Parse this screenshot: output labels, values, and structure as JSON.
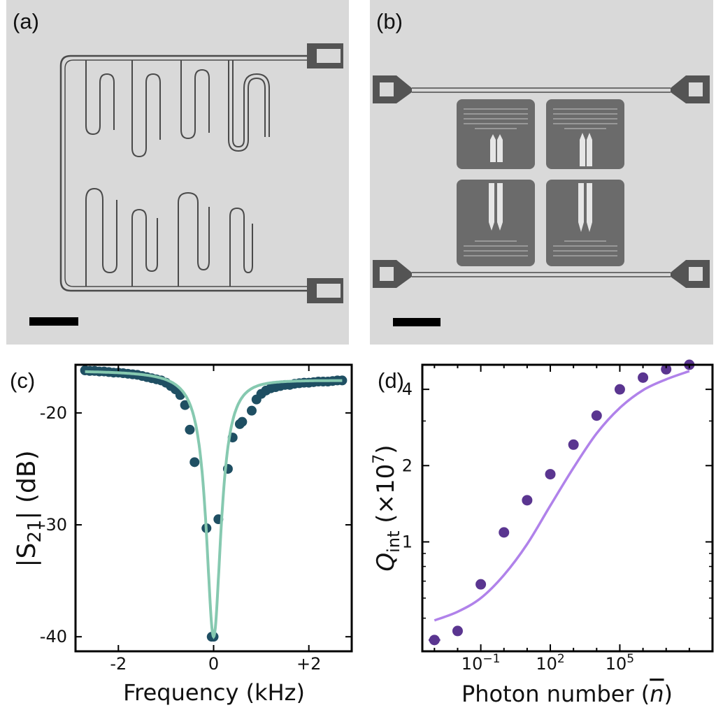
{
  "panels": {
    "a": {
      "label": "(a)"
    },
    "b": {
      "label": "(b)"
    },
    "c": {
      "label": "(c)"
    },
    "d": {
      "label": "(d)"
    }
  },
  "colors": {
    "photo_bg": "#d9d9d9",
    "trace": "#4a4a4a",
    "pad": "#545454",
    "chip": "#6b6b6b",
    "c_marker": "#1f4f63",
    "c_fit": "#86c9b0",
    "d_marker": "#5a3590",
    "d_fit": "#b082ea"
  },
  "chart_data": [
    {
      "panel": "c",
      "type": "scatter",
      "xlabel": "Frequency (kHz)",
      "ylabel_main": "|S",
      "ylabel_sub": "21",
      "ylabel_tail": "| (dB)",
      "xlim": [
        -2.9,
        2.9
      ],
      "ylim": [
        -41.3,
        -15.7
      ],
      "xticks": [
        -2,
        0,
        2
      ],
      "xtick_labels": [
        "-2",
        "0",
        "+2"
      ],
      "yticks": [
        -20,
        -30,
        -40
      ],
      "ytick_labels": [
        "-20",
        "-30",
        "-40"
      ],
      "fit": {
        "baseline": -16.2,
        "depth": 23.8,
        "half_width": 0.19,
        "slope": 0.37,
        "offset": -0.24
      },
      "points": {
        "x": [
          -2.7,
          -2.6,
          -2.5,
          -2.4,
          -2.3,
          -2.2,
          -2.1,
          -2.0,
          -1.9,
          -1.8,
          -1.7,
          -1.6,
          -1.5,
          -1.4,
          -1.3,
          -1.2,
          -1.1,
          -1.0,
          -0.9,
          -0.8,
          -0.7,
          -0.6,
          -0.5,
          -0.4,
          -0.15,
          -0.04,
          0.0,
          0.1,
          0.3,
          0.4,
          0.55,
          0.6,
          0.8,
          0.9,
          1.0,
          1.1,
          1.2,
          1.3,
          1.4,
          1.5,
          1.6,
          1.7,
          1.8,
          1.9,
          2.0,
          2.1,
          2.2,
          2.3,
          2.4,
          2.5,
          2.6,
          2.7
        ],
        "y": [
          -16.2,
          -16.25,
          -16.25,
          -16.3,
          -16.3,
          -16.35,
          -16.4,
          -16.4,
          -16.45,
          -16.5,
          -16.55,
          -16.6,
          -16.7,
          -16.8,
          -16.9,
          -17.0,
          -17.1,
          -17.3,
          -17.6,
          -17.9,
          -18.4,
          -19.3,
          -21.5,
          -24.4,
          -30.3,
          -40.0,
          -40.0,
          -29.5,
          -25.0,
          -22.2,
          -21.0,
          -20.8,
          -19.8,
          -18.8,
          -18.3,
          -18.0,
          -17.8,
          -17.7,
          -17.6,
          -17.5,
          -17.5,
          -17.4,
          -17.35,
          -17.3,
          -17.3,
          -17.25,
          -17.2,
          -17.2,
          -17.2,
          -17.15,
          -17.1,
          -17.1
        ]
      }
    },
    {
      "panel": "d",
      "type": "scatter",
      "x_scale": "log",
      "y_scale": "log",
      "xlabel": "Photon number (",
      "xlabel_symbol": "n",
      "xlabel_tail": ")",
      "ylabel_main": "Q",
      "ylabel_sub": "int",
      "ylabel_tail": " (×10",
      "ylabel_exp": "7",
      "ylabel_close": ")",
      "xlim": [
        0.0003,
        1000000000
      ],
      "ylim": [
        0.37,
        5.0
      ],
      "xticks": [
        0.1,
        100,
        100000
      ],
      "xtick_base": "10",
      "xtick_exps": [
        "−1",
        "2",
        "5"
      ],
      "yticks": [
        1,
        2,
        4
      ],
      "ytick_labels": [
        "1",
        "2",
        "4"
      ],
      "fit_points": {
        "x": [
          0.001,
          0.01,
          0.1,
          1,
          10,
          100,
          1000,
          10000,
          100000,
          1000000,
          10000000,
          100000000
        ],
        "y": [
          0.49,
          0.53,
          0.6,
          0.74,
          0.98,
          1.39,
          1.96,
          2.68,
          3.38,
          3.97,
          4.38,
          4.72
        ]
      },
      "points": {
        "x": [
          0.001,
          0.01,
          0.1,
          1,
          10,
          100,
          1000,
          10000,
          100000,
          1000000,
          10000000,
          100000000
        ],
        "y": [
          0.41,
          0.445,
          0.68,
          1.09,
          1.46,
          1.85,
          2.42,
          3.15,
          4.0,
          4.45,
          4.8,
          5.0
        ],
        "xerr_log10": [
          0.25,
          0.2,
          0.2,
          0.2,
          0.2,
          0.2,
          0.2,
          0.2,
          0.2,
          0.2,
          0.2,
          0.2
        ]
      }
    }
  ]
}
